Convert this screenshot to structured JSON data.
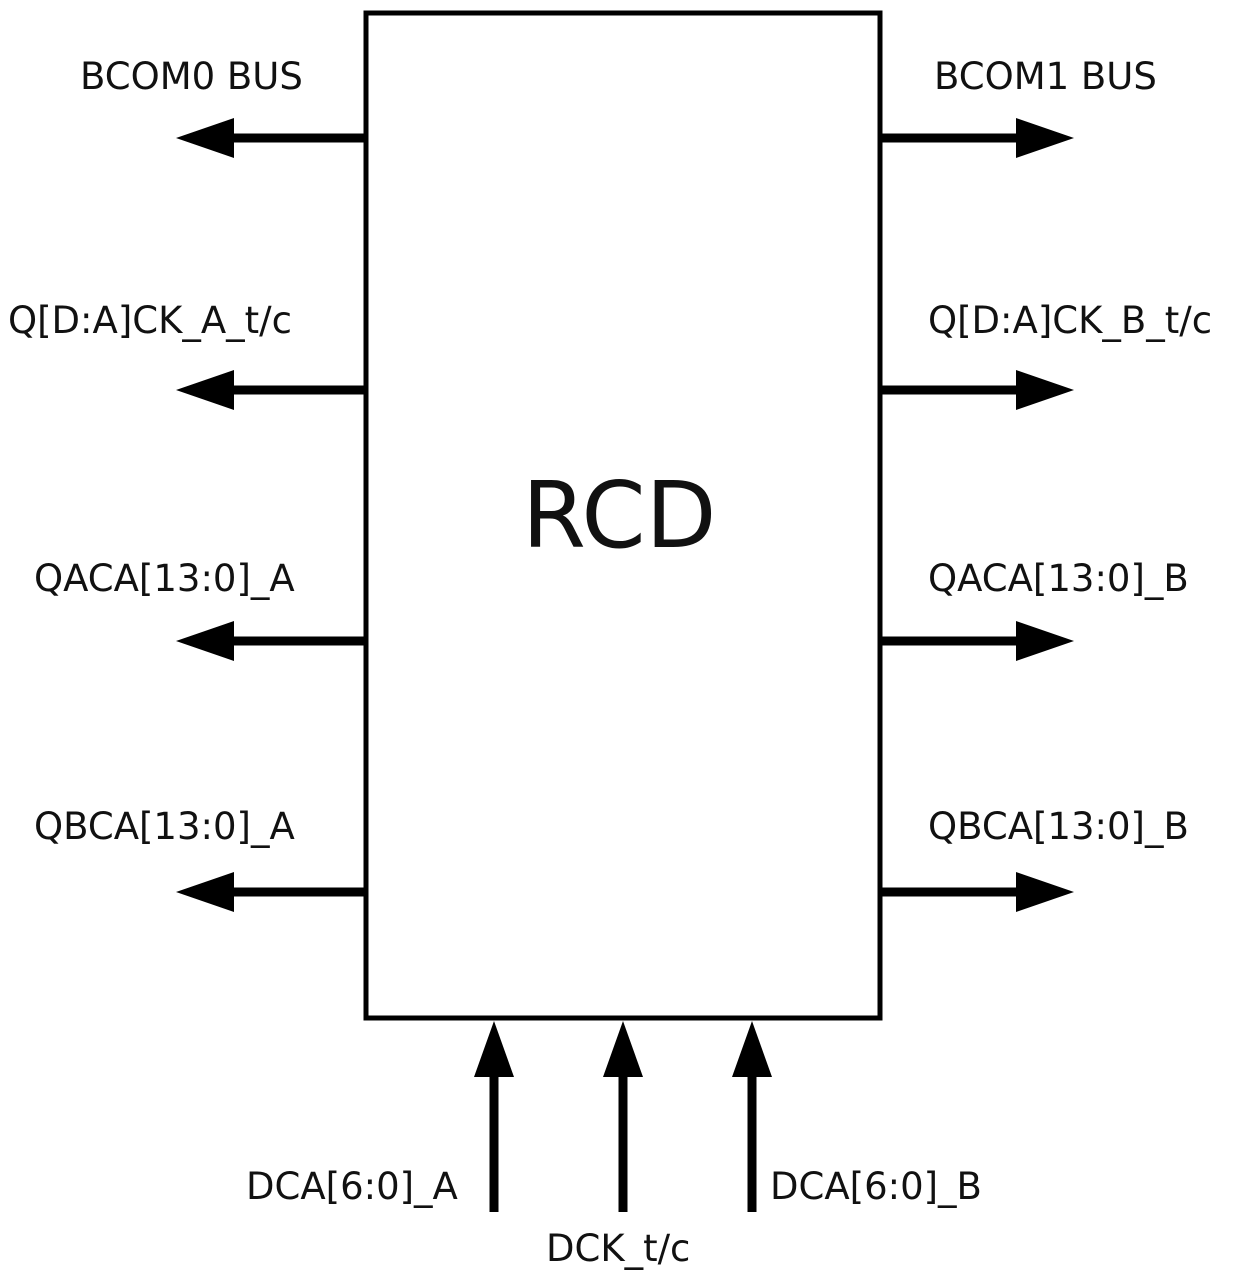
{
  "block": {
    "label": "RCD"
  },
  "outputs_left": [
    {
      "label": "BCOM0 BUS"
    },
    {
      "label": "Q[D:A]CK_A_t/c"
    },
    {
      "label": "QACA[13:0]_A"
    },
    {
      "label": "QBCA[13:0]_A"
    }
  ],
  "outputs_right": [
    {
      "label": "BCOM1 BUS"
    },
    {
      "label": "Q[D:A]CK_B_t/c"
    },
    {
      "label": "QACA[13:0]_B"
    },
    {
      "label": "QBCA[13:0]_B"
    }
  ],
  "inputs_bottom": [
    {
      "label": "DCA[6:0]_A"
    },
    {
      "label": "DCK_t/c"
    },
    {
      "label": "DCA[6:0]_B"
    }
  ],
  "colors": {
    "stroke": "#000000",
    "text": "#111111",
    "background": "#ffffff"
  }
}
